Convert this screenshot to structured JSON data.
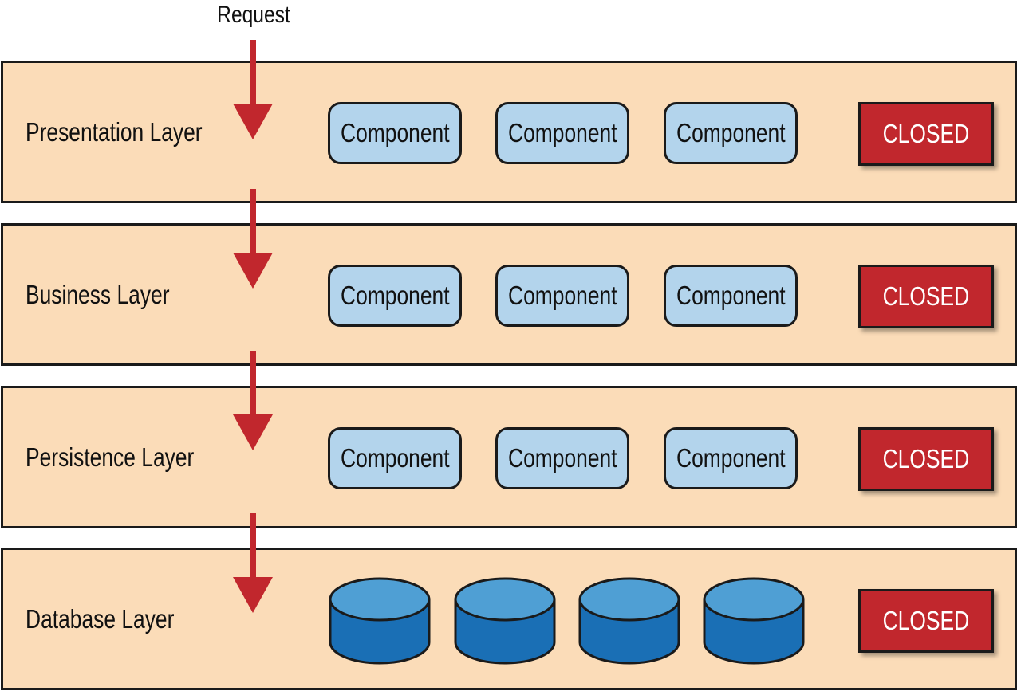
{
  "request_label": "Request",
  "layers": [
    {
      "label": "Presentation Layer",
      "components": [
        "Component",
        "Component",
        "Component"
      ],
      "status": "CLOSED"
    },
    {
      "label": "Business Layer",
      "components": [
        "Component",
        "Component",
        "Component"
      ],
      "status": "CLOSED"
    },
    {
      "label": "Persistence Layer",
      "components": [
        "Component",
        "Component",
        "Component"
      ],
      "status": "CLOSED"
    },
    {
      "label": "Database Layer",
      "databases": 4,
      "status": "CLOSED"
    }
  ],
  "colors": {
    "layer_fill": "#fbdcb8",
    "component_fill": "#b3d4ec",
    "closed_fill": "#c1272d",
    "arrow": "#c1272d",
    "database_top": "#4f9fd4",
    "database_body": "#1a6fb5"
  }
}
